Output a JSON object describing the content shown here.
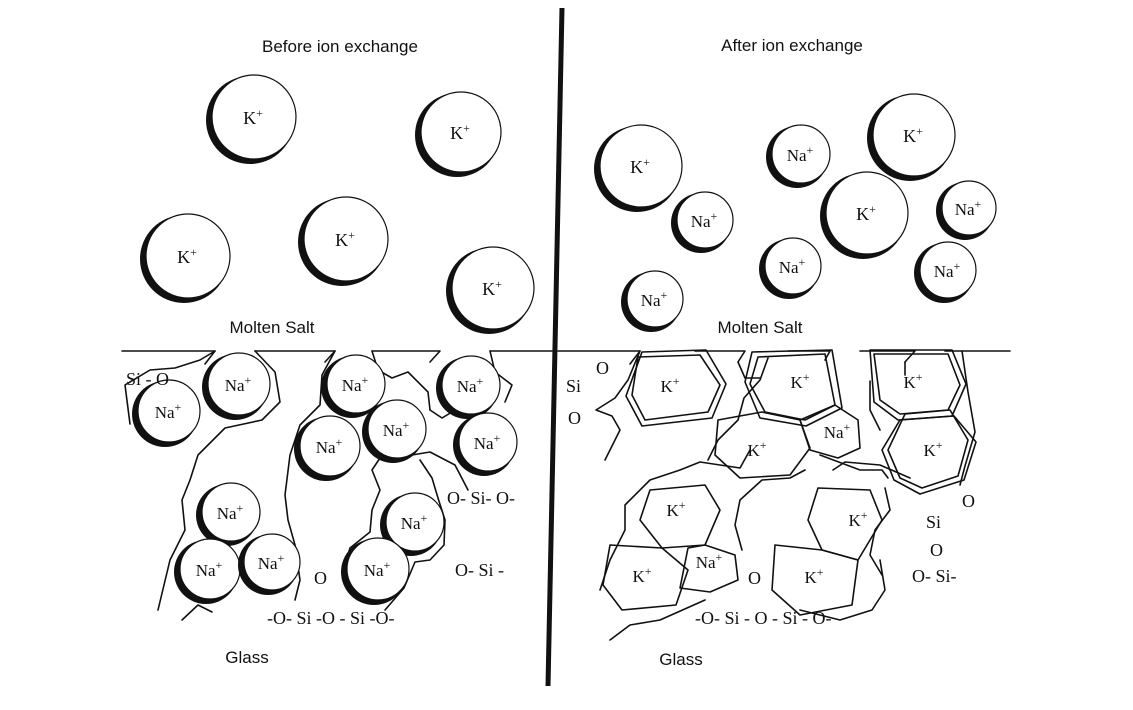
{
  "titles": {
    "before": "Before ion exchange",
    "after": "After ion exchange"
  },
  "regions": {
    "salt_left": "Molten Salt",
    "salt_right": "Molten Salt",
    "glass_left": "Glass",
    "glass_right": "Glass"
  },
  "ions": {
    "k": "K",
    "na": "Na",
    "plus": "+"
  },
  "chem": {
    "si": "Si",
    "o": "O",
    "si_o": "Si - O",
    "o_si_o": "O- Si- O-",
    "o_si": "O- Si -",
    "o_si_right": "O- Si-",
    "bridge_left": "-O- Si -O - Si -O-",
    "bridge_right": "-O- Si - O - Si - O-"
  }
}
